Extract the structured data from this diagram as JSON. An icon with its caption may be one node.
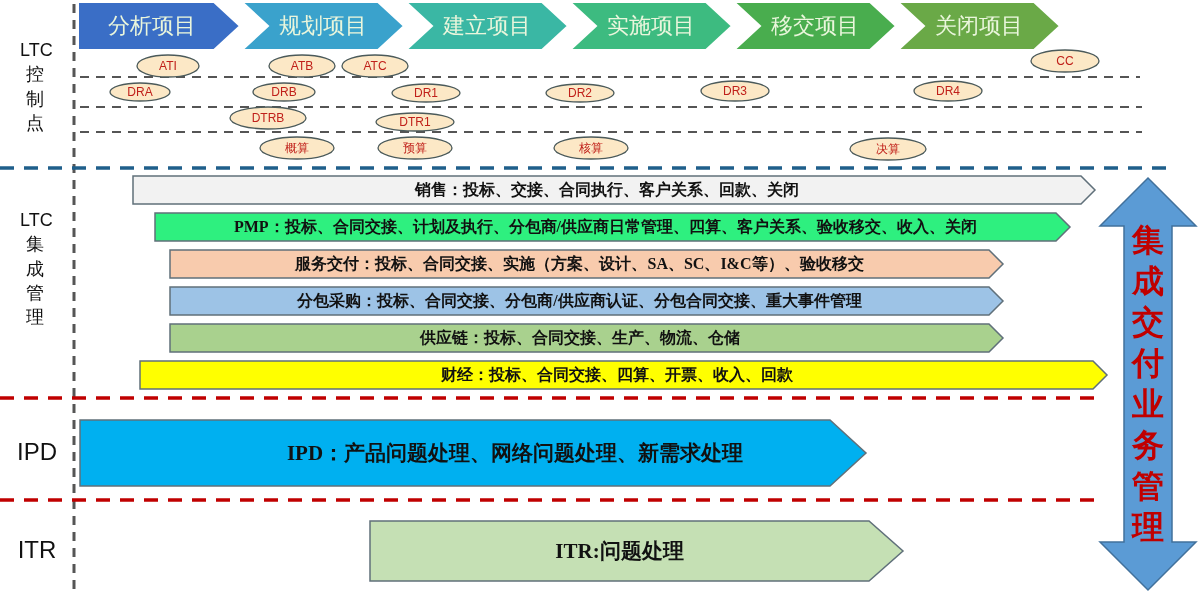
{
  "diagram": {
    "nodes": [
      {
        "text": [
          "分析项目"
        ]
      },
      {
        "text": [
          "规划项目"
        ]
      },
      {
        "text": [
          "建立项目"
        ]
      },
      {
        "text": [
          "实施项目"
        ]
      },
      {
        "text": [
          "移交项目"
        ]
      },
      {
        "text": [
          "关闭项目"
        ]
      },
      {
        "text": [
          "ATI"
        ]
      },
      {
        "text": [
          "ATB"
        ]
      },
      {
        "text": [
          "ATC"
        ]
      },
      {
        "text": [
          "CC"
        ]
      },
      {
        "text": [
          "DRA"
        ]
      },
      {
        "text": [
          "DRB"
        ]
      },
      {
        "text": [
          "DR1"
        ]
      },
      {
        "text": [
          "DR2"
        ]
      },
      {
        "text": [
          "DR3"
        ]
      },
      {
        "text": [
          "DR4"
        ]
      },
      {
        "text": [
          "DTRB"
        ]
      },
      {
        "text": [
          "DTR1"
        ]
      },
      {
        "text": [
          "概算"
        ]
      },
      {
        "text": [
          "预算"
        ]
      },
      {
        "text": [
          "核算"
        ]
      },
      {
        "text": [
          "决算"
        ]
      },
      {
        "text": [
          "销售：投标、交接、合同执行、客户关系、回款、关闭"
        ]
      },
      {
        "text": [
          "**PMP**：投标、合同交接、计划及执行、分包商/供应商日常管理、四算、客户关系、验收移交、收入、关闭"
        ]
      },
      {
        "text": [
          "服务交付：投标、合同交接、实施（方案、设计、**SA**、**SC**、**I&C**等）、验收移交"
        ]
      },
      {
        "text": [
          "分包采购：投标、合同交接、分包商/供应商认证、分包合同交接、重大事件管理"
        ]
      },
      {
        "text": [
          "供应链：投标、合同交接、生产、物流、仓储"
        ]
      },
      {
        "text": [
          "财经：投标、合同交接、四算、开票、收入、回款"
        ]
      },
      {
        "text": [
          "IPD：产品问题处理、网络问题处理、新需求处理"
        ]
      },
      {
        "text": [
          "ITR:问题处理"
        ]
      },
      {
        "text": [
          "集成交付业务管理"
        ]
      }
    ],
    "edges": [],
    "labels": [
      "LTC控制点",
      "LTC集成管理",
      "IPD",
      "ITR"
    ]
  }
}
